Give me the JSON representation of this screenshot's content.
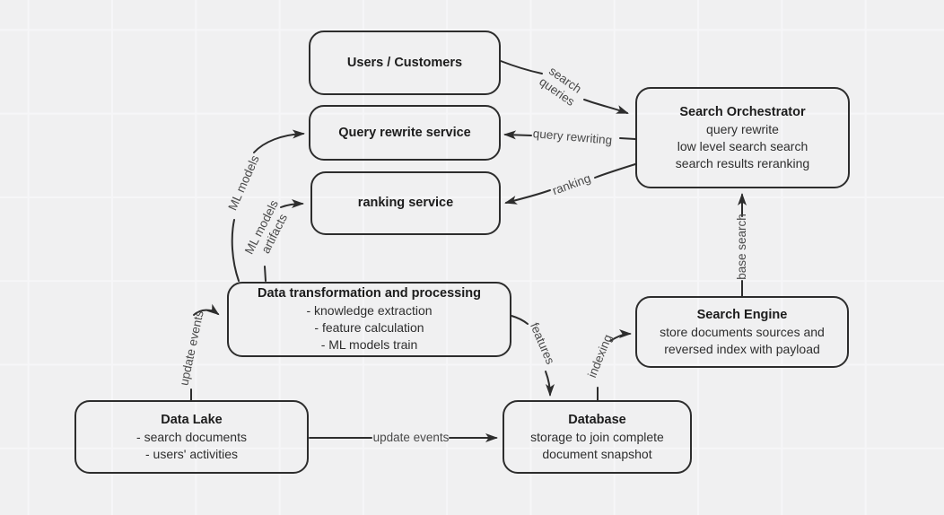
{
  "colors": {
    "background": "#f0f0f1",
    "grid_line": "#f6f6f8",
    "stroke": "#2d2d2d",
    "node_text": "#1f1f1f",
    "edge_label_text": "#4a4a4a"
  },
  "nodes": [
    {
      "id": "users-customers",
      "title": "Users / Customers",
      "lines": []
    },
    {
      "id": "query-rewrite-service",
      "title": "Query rewrite service",
      "lines": []
    },
    {
      "id": "ranking-service",
      "title": "ranking service",
      "lines": []
    },
    {
      "id": "search-orchestrator",
      "title": "Search Orchestrator",
      "lines": [
        "query rewrite",
        "low level search search",
        "search results reranking"
      ]
    },
    {
      "id": "data-transformation",
      "title": "Data transformation and processing",
      "lines": [
        "- knowledge extraction",
        "- feature calculation",
        "- ML models train"
      ]
    },
    {
      "id": "search-engine",
      "title": "Search Engine",
      "lines": [
        "store documents sources and",
        "reversed index with payload"
      ]
    },
    {
      "id": "data-lake",
      "title": "Data Lake",
      "lines": [
        "- search documents",
        "- users' activities"
      ]
    },
    {
      "id": "database",
      "title": "Database",
      "lines": [
        "storage to join complete",
        "document snapshot"
      ]
    }
  ],
  "edges": [
    {
      "label": "search\nqueries",
      "from": "users-customers",
      "to": "search-orchestrator"
    },
    {
      "label": "query rewriting",
      "from": "search-orchestrator",
      "to": "query-rewrite-service"
    },
    {
      "label": "ranking",
      "from": "search-orchestrator",
      "to": "ranking-service"
    },
    {
      "label": "ML models",
      "from": "data-transformation",
      "to": "query-rewrite-service"
    },
    {
      "label": "ML models\nartifacts",
      "from": "data-transformation",
      "to": "ranking-service"
    },
    {
      "label": "update events",
      "from": "data-lake",
      "to": "data-transformation"
    },
    {
      "label": "features",
      "from": "data-transformation",
      "to": "database"
    },
    {
      "label": "indexing",
      "from": "database",
      "to": "search-engine"
    },
    {
      "label": "base search",
      "from": "search-engine",
      "to": "search-orchestrator"
    },
    {
      "label": "update events",
      "from": "data-lake",
      "to": "database"
    }
  ]
}
